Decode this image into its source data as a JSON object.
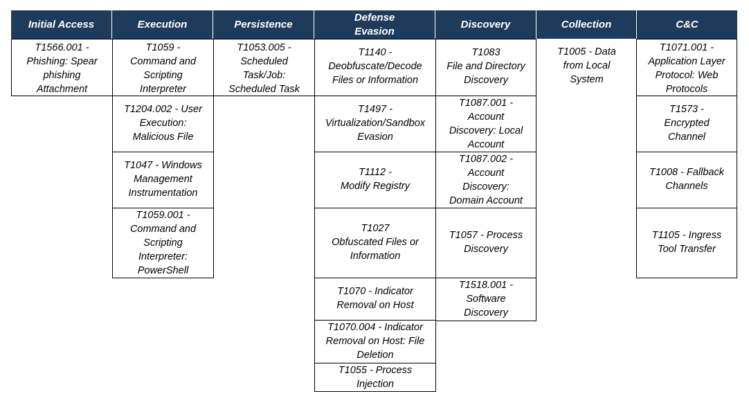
{
  "columns": [
    {
      "header": "Initial Access",
      "cells": [
        "T1566.001 -\nPhishing: Spear\nphishing\nAttachment"
      ]
    },
    {
      "header": "Execution",
      "cells": [
        "T1059 -\nCommand and\nScripting\nInterpreter",
        "T1204.002 - User\nExecution:\nMalicious File",
        "T1047 - Windows\nManagement\nInstrumentation",
        "T1059.001 -\nCommand and\nScripting\nInterpreter:\nPowerShell"
      ]
    },
    {
      "header": "Persistence",
      "cells": [
        "T1053.005 -\nScheduled\nTask/Job:\nScheduled Task"
      ]
    },
    {
      "header": "Defense\nEvasion",
      "cells": [
        "T1140 -\nDeobfuscate/Decode\nFiles or Information",
        "T1497 -\nVirtualization/Sandbox\nEvasion",
        "T1112 -\nModify Registry",
        "T1027\nObfuscated Files or\nInformation",
        "T1070 - Indicator\nRemoval on Host",
        "T1070.004 - Indicator\nRemoval on Host: File\nDeletion",
        "T1055 - Process\nInjection"
      ]
    },
    {
      "header": "Discovery",
      "cells": [
        "T1083\nFile and Directory\nDiscovery",
        "T1087.001 -\nAccount\nDiscovery: Local\nAccount",
        "T1087.002 -\nAccount\nDiscovery:\nDomain Account",
        "T1057 - Process\nDiscovery",
        "T1518.001 -\nSoftware\nDiscovery"
      ]
    },
    {
      "header": "Collection",
      "cells": [
        "T1005 - Data\nfrom Local\nSystem"
      ]
    },
    {
      "header": "C&C",
      "cells": [
        "T1071.001 -\nApplication Layer\nProtocol: Web\nProtocols",
        "T1573 -\nEncrypted\nChannel",
        "T1008 - Fallback\nChannels",
        "T1105 - Ingress\nTool Transfer"
      ]
    }
  ]
}
